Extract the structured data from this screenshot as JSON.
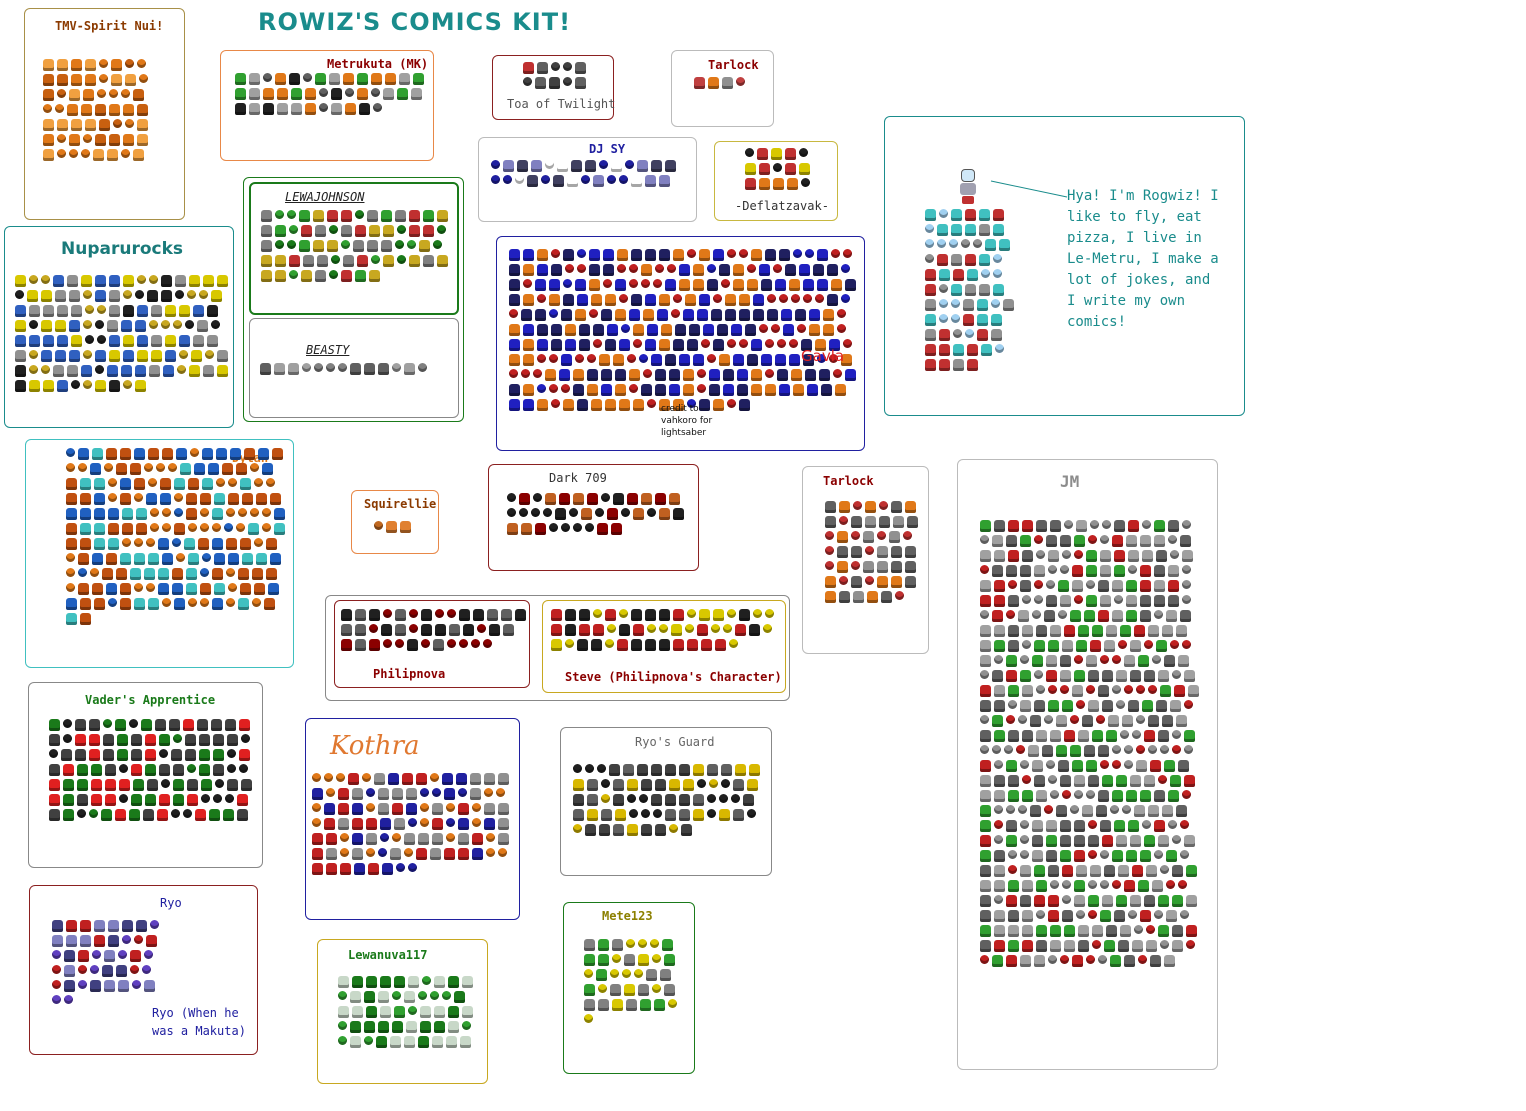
{
  "title": "ROWIZ'S COMICS KIT!",
  "panels": {
    "spirit_nui": "TMV-Spirit Nui!",
    "metrukuta": "Metrukuta (MK)",
    "toa_twilight": "Toa of Twilight",
    "tarlock_top": "Tarlock",
    "dj_sy": "DJ SY",
    "deflatzavak": "-Deflatzavak-",
    "nuparurocks": "Nuparurocks",
    "lewajohnson": "LEWAJOHNSON",
    "beasty": "BEASTY",
    "gavla": "Gavla",
    "gavla_credit": "credit to vahkoro for lightsaber",
    "dylan": "Dylan",
    "squirellie": "Squirellie",
    "dark709": "Dark 709",
    "tarlock_mid": "Tarlock",
    "jm": "JM",
    "philipnova": "Philipnova",
    "steve": "Steve (Philipnova's Character)",
    "vaders_apprentice": "Vader's Apprentice",
    "kothra": "Kothra",
    "ryos_guard": "Ryo's Guard",
    "ryo": "Ryo",
    "ryo_makuta": "Ryo (When he was a Makuta)",
    "lewanuva117": "Lewanuva117",
    "mete123": "Mete123"
  },
  "rogwiz_speech": "Hya! I'm Rogwiz! I like to fly, eat pizza, I live in Le-Metru, I make a lot of jokes, and I write my own comics!",
  "colors": {
    "teal": "#1a8c8c",
    "orange": "#e07818",
    "darkred": "#8b0000",
    "blue": "#2020c0",
    "green": "#1a7a1a",
    "gray": "#8c8c8c",
    "yellow": "#d8c800"
  }
}
